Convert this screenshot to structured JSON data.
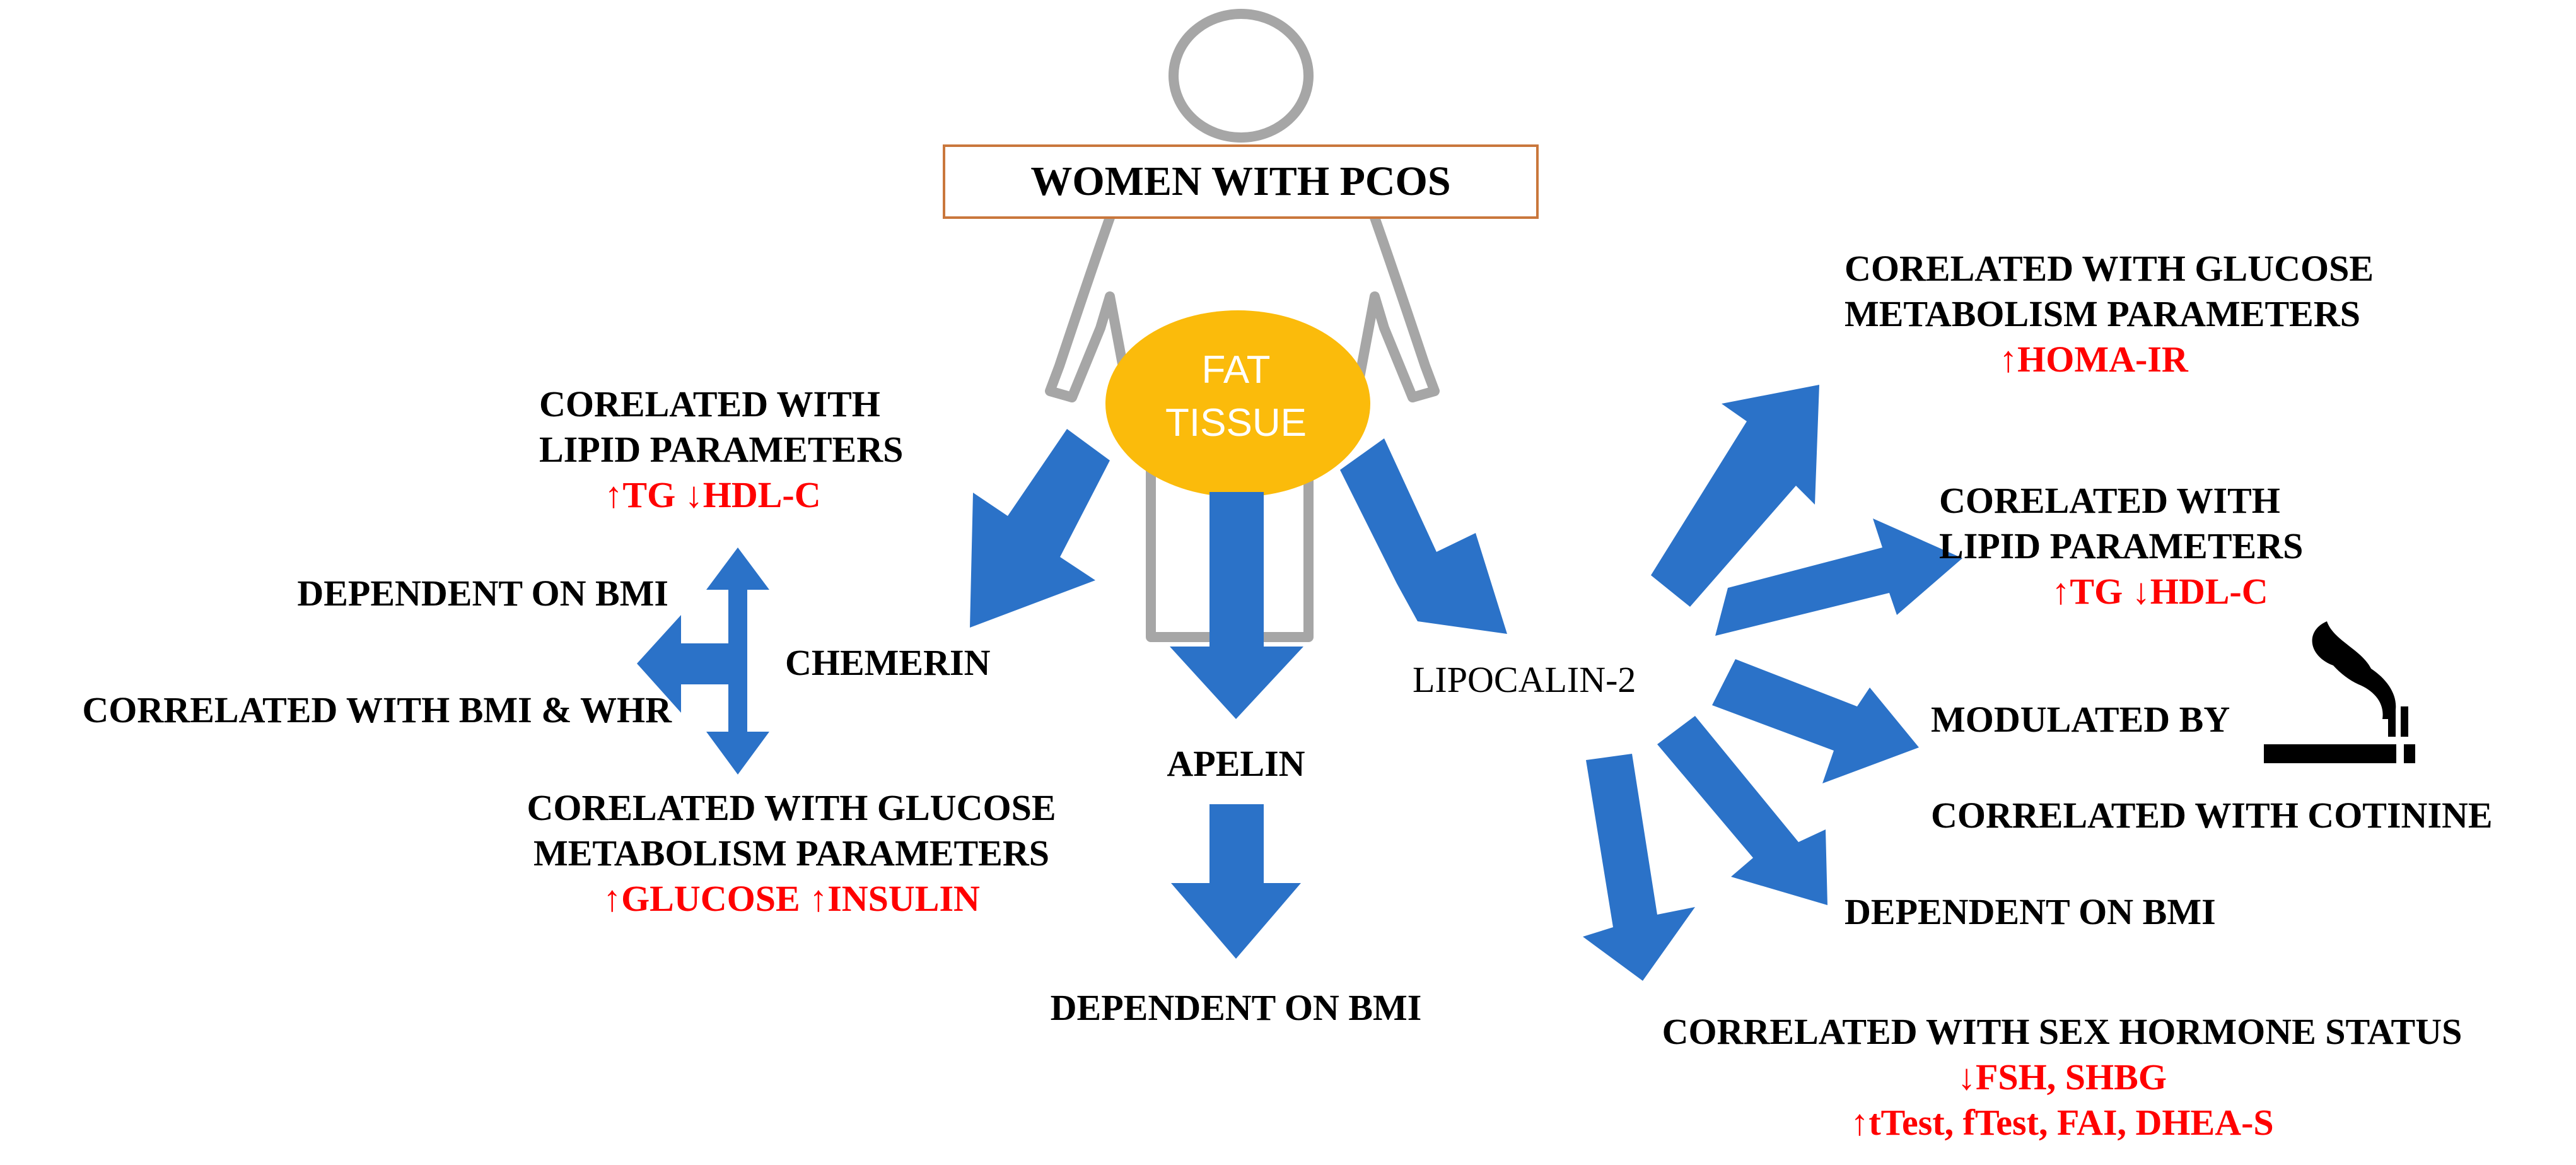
{
  "title": "WOMEN WITH PCOS",
  "fat_tissue": {
    "line1": "FAT",
    "line2": "TISSUE"
  },
  "colors": {
    "arrow": "#2b72c8",
    "fat": "#fbbb0b",
    "figure": "#a6a6a6",
    "title_border": "#c9773c",
    "highlight_text": "#ff0000"
  },
  "chemerin": {
    "label": "CHEMERIN",
    "lipid": {
      "line1": "CORELATED WITH",
      "line2": "LIPID PARAMETERS",
      "values": "↑TG ↓HDL-C"
    },
    "dependent": "DEPENDENT ON BMI",
    "correlated_bmi_whr": "CORRELATED WITH BMI & WHR",
    "glucose": {
      "line1": "CORELATED WITH GLUCOSE",
      "line2": "METABOLISM  PARAMETERS",
      "values": "↑GLUCOSE ↑INSULIN"
    }
  },
  "apelin": {
    "label": "APELIN",
    "dependent": "DEPENDENT ON BMI"
  },
  "lipocalin": {
    "label": "LIPOCALIN-2",
    "glucose": {
      "line1": "CORELATED WITH GLUCOSE",
      "line2": "METABOLISM  PARAMETERS",
      "values": "↑HOMA-IR"
    },
    "lipid": {
      "line1": "CORELATED WITH",
      "line2": "LIPID PARAMETERS",
      "values": "↑TG ↓HDL-C"
    },
    "modulated": "MODULATED BY",
    "smoking_icon": "smoking-icon",
    "cotinine": "CORRELATED WITH COTININE",
    "dependent": "DEPENDENT ON BMI",
    "sex_hormone": {
      "line1": "CORRELATED WITH SEX HORMONE STATUS",
      "values1": "↓FSH, SHBG",
      "values2": "↑tTest, fTest, FAI, DHEA-S"
    }
  }
}
